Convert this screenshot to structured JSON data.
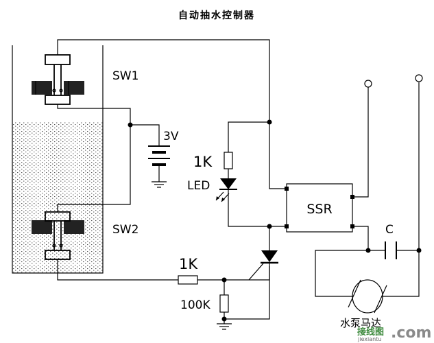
{
  "title": "自动抽水控制器",
  "labels": {
    "sw1": "SW1",
    "sw2": "SW2",
    "battery": "3V",
    "r_led": "1K",
    "led": "LED",
    "ssr": "SSR",
    "r_gate": "1K",
    "r_pull": "100K",
    "cap": "C",
    "motor": "水泵马达"
  },
  "watermark": {
    "site_cn": "接线图",
    "site_en": "jiexiantu",
    "dotcom": ".com"
  }
}
